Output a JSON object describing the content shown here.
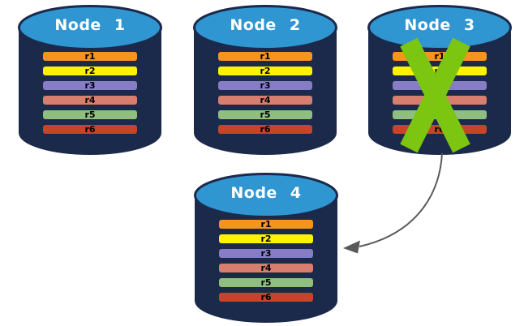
{
  "diagram": {
    "nodes": [
      {
        "label": "Node 1",
        "failed": false,
        "records": [
          "r1",
          "r2",
          "r3",
          "r4",
          "r5",
          "r6"
        ]
      },
      {
        "label": "Node 2",
        "failed": false,
        "records": [
          "r1",
          "r2",
          "r3",
          "r4",
          "r5",
          "r6"
        ]
      },
      {
        "label": "Node 3",
        "failed": true,
        "records": [
          "r1",
          "r2",
          "r3",
          "r4",
          "r5",
          "r6"
        ]
      },
      {
        "label": "Node 4",
        "failed": false,
        "records": [
          "r1",
          "r2",
          "r3",
          "r4",
          "r5",
          "r6"
        ]
      }
    ],
    "record_colors": [
      "#F7941E",
      "#FFF200",
      "#877CC6",
      "#D87E6E",
      "#8FBE7F",
      "#C7432A"
    ],
    "colors": {
      "cylinder_body": "#1B2A4B",
      "cylinder_top": "#3096D2",
      "node_label_text": "#FFFFFF",
      "record_label_text": "#000000",
      "failure_x": "#7CC511",
      "arrow": "#595959"
    },
    "failure_x_on_node": "Node 3",
    "arrow": {
      "from": "Node 3",
      "to": "Node 4"
    }
  }
}
